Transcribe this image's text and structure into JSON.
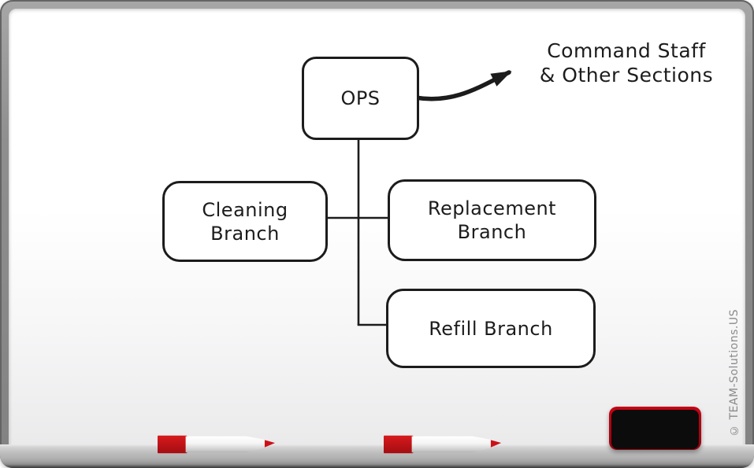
{
  "whiteboard": {
    "watermark": "© TEAM-Solutions.US"
  },
  "diagram": {
    "type": "org-chart",
    "nodes": [
      {
        "id": "ops",
        "label": "OPS"
      },
      {
        "id": "cleaning-branch",
        "label": "Cleaning Branch"
      },
      {
        "id": "replacement-branch",
        "label": "Replacement Branch"
      },
      {
        "id": "refill-branch",
        "label": "Refill Branch"
      }
    ],
    "annotation": {
      "line1": "Command Staff",
      "line2": "& Other Sections"
    },
    "edges": [
      {
        "from": "ops",
        "to": "cleaning-branch",
        "style": "line"
      },
      {
        "from": "ops",
        "to": "replacement-branch",
        "style": "line"
      },
      {
        "from": "ops",
        "to": "refill-branch",
        "style": "elbow-line"
      },
      {
        "from": "ops",
        "to": "command-staff-annotation",
        "style": "curved-arrow"
      }
    ]
  },
  "objects": {
    "markers": [
      {
        "name": "red-dry-erase-marker",
        "color": "#c8161d"
      },
      {
        "name": "red-dry-erase-marker",
        "color": "#c8161d"
      }
    ],
    "eraser": {
      "name": "whiteboard-eraser",
      "body_color": "#0c0c0c",
      "accent_color": "#ad0511"
    }
  },
  "colors": {
    "ink": "#1c1c1c",
    "frame_gray": "#8f8f8f",
    "board_white": "#ffffff",
    "marker_red": "#c8161d",
    "watermark_gray": "#8a8a8a"
  }
}
